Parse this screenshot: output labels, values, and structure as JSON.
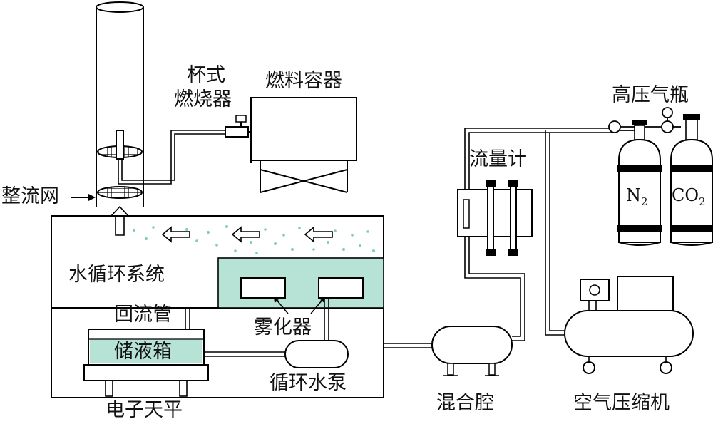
{
  "labels": {
    "chimney_screen": "整流网",
    "cup_burner_line1": "杯式",
    "cup_burner_line2": "燃烧器",
    "fuel_container": "燃料容器",
    "gas_cylinders": "高压气瓶",
    "flow_meter": "流量计",
    "water_circulation": "水循环系统",
    "return_pipe": "回流管",
    "atomizer": "雾化器",
    "storage_tank": "储液箱",
    "circulation_pump": "循环水泵",
    "electronic_balance": "电子天平",
    "mixing_chamber": "混合腔",
    "air_compressor": "空气压缩机"
  },
  "gases": {
    "n2_base": "N",
    "n2_sub": "2",
    "co2_base": "CO",
    "co2_sub": "2"
  },
  "colors": {
    "liquid": "#b7e3d6",
    "line": "#000000",
    "mist": "#7fcdbb"
  }
}
